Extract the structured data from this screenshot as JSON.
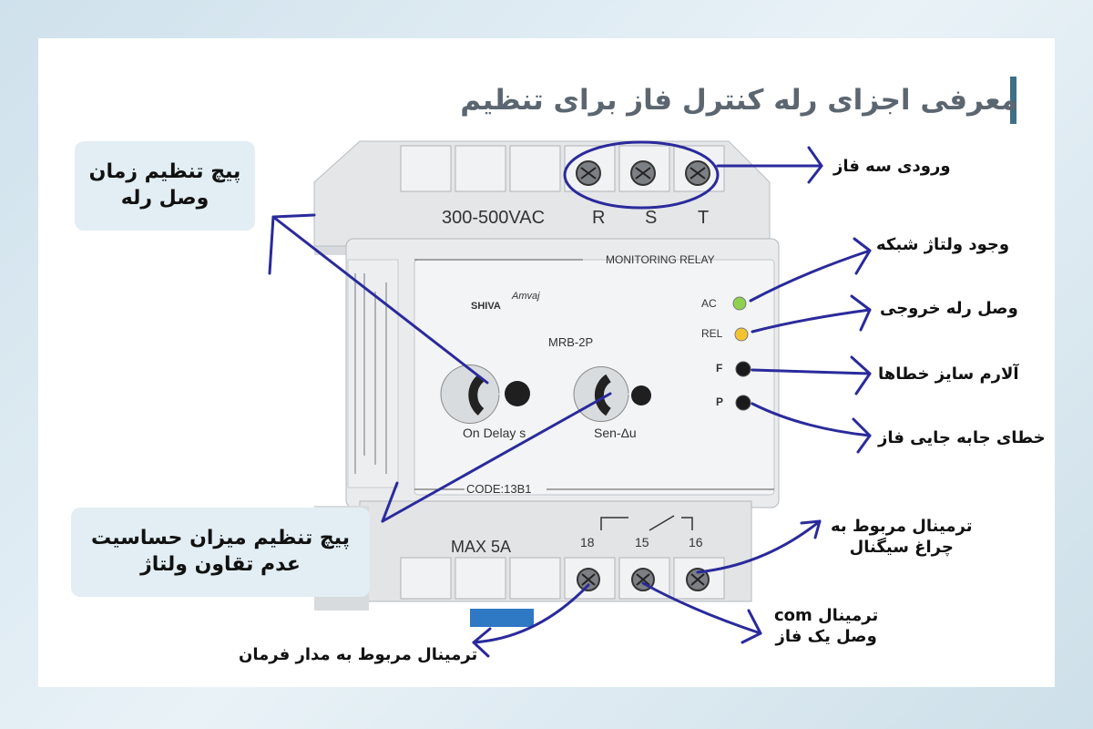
{
  "title": "معرفی اجزای رله کنترل فاز برای تنظیم",
  "device": {
    "voltage_range": "300-500VAC",
    "phases": [
      "R",
      "S",
      "T"
    ],
    "banner": "MONITORING RELAY",
    "brand_a": "SHIVA",
    "brand_b": "Amvaj",
    "model": "MRB-2P",
    "knob1_label": "On Delay s",
    "knob2_label": "Sen-Δu",
    "leds": [
      {
        "label": "AC",
        "color": "#8fd14f"
      },
      {
        "label": "REL",
        "color": "#f4c430"
      },
      {
        "label": "F",
        "color": "#1a1a1a"
      },
      {
        "label": "P",
        "color": "#1a1a1a"
      }
    ],
    "code": "CODE:13B1",
    "max_current": "MAX 5A",
    "terminals": [
      "18",
      "15",
      "16"
    ]
  },
  "callouts": {
    "time_knob_line1": "پیچ تنظیم زمان",
    "time_knob_line2": "وصل رله",
    "sens_knob_line1": "پیچ تنظیم میزان حساسیت",
    "sens_knob_line2": "عدم تقاون ولتاژ",
    "three_phase_input": "ورودی سه فاز",
    "mains_voltage": "وجود ولتاژ شبکه",
    "relay_output": "وصل رله خروجی",
    "error_alarm": "آلارم سایز خطاها",
    "phase_sequence_error": "خطای جابه جایی فاز",
    "signal_lamp_line1": "ترمینال مربوط به",
    "signal_lamp_line2": "چراغ سیگنال",
    "com_line1": "ترمینال com",
    "com_line2": "وصل یک فاز",
    "control_circuit": "ترمینال مربوط به مدار فرمان"
  },
  "colors": {
    "arrow": "#2a2a9c",
    "title_bar": "#3d6f85",
    "box_bg": "#e2eef4"
  }
}
